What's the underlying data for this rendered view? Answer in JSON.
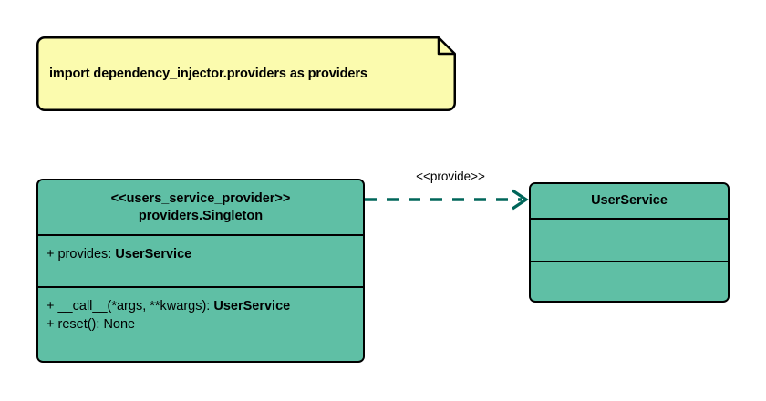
{
  "diagram": {
    "title": "UML class diagram",
    "colors": {
      "note_fill": "#FBFBAE",
      "class_fill": "#5FBFA5",
      "border": "#000000",
      "connector": "#00665A"
    },
    "note": {
      "text": "import dependency_injector.providers as providers"
    },
    "classes": [
      {
        "id": "users-service-provider",
        "stereotype": "<<users_service_provider>>",
        "name": "providers.Singleton",
        "attributes": [
          {
            "prefix": "+ provides: ",
            "type": "UserService"
          }
        ],
        "operations": [
          {
            "prefix": "+ __call__(*args, **kwargs): ",
            "type": "UserService"
          },
          {
            "prefix": "+ reset(): None",
            "type": ""
          }
        ]
      },
      {
        "id": "user-service",
        "stereotype": "",
        "name": "UserService",
        "attributes": [],
        "operations": []
      }
    ],
    "connector": {
      "label": "<<provide>>",
      "style": "dashed",
      "arrow": "open",
      "source": "users-service-provider",
      "target": "user-service"
    }
  }
}
